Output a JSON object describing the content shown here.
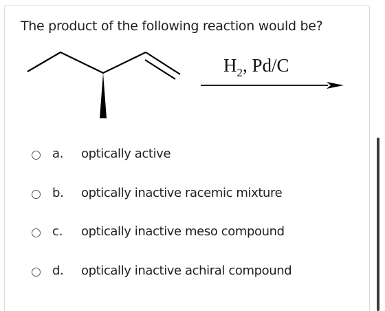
{
  "question": {
    "text": "The product of the following reaction would be?"
  },
  "reaction": {
    "reagent_main": "H",
    "reagent_sub": "2",
    "reagent_rest": ", Pd/C"
  },
  "options": [
    {
      "letter": "a.",
      "text": "optically active"
    },
    {
      "letter": "b.",
      "text": "optically inactive racemic mixture"
    },
    {
      "letter": "c.",
      "text": "optically inactive meso compound"
    },
    {
      "letter": "d.",
      "text": "optically inactive achiral compound"
    }
  ],
  "colors": {
    "text": "#1f1f1f",
    "border": "#dcdcdc",
    "scrollbar": "#3a3a3a"
  }
}
